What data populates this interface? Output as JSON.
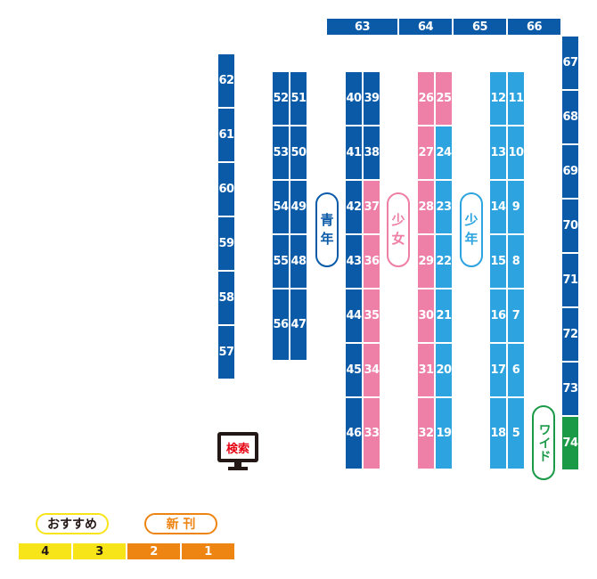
{
  "colors": {
    "navy": "#0b5aa8",
    "pink": "#ee7fa6",
    "cyan": "#2da4df",
    "green": "#1a9a47",
    "yellow": "#f7e51a",
    "orange": "#ee8412"
  },
  "top_shelves": [
    "63",
    "64",
    "65",
    "66"
  ],
  "right_shelves": [
    "67",
    "68",
    "69",
    "70",
    "71",
    "72",
    "73"
  ],
  "wide_shelf": "74",
  "left_column": [
    "62",
    "61",
    "60",
    "59",
    "58",
    "57"
  ],
  "col_a": [
    "52",
    "53",
    "54",
    "55",
    "56"
  ],
  "col_b": [
    "51",
    "50",
    "49",
    "48",
    "47"
  ],
  "col_c": [
    "40",
    "41",
    "42",
    "43",
    "44",
    "45",
    "46"
  ],
  "col_d": [
    "39",
    "38",
    "37",
    "36",
    "35",
    "34",
    "33"
  ],
  "col_e": [
    "26",
    "27",
    "28",
    "29",
    "30",
    "31",
    "32"
  ],
  "col_f": [
    "25",
    "24",
    "23",
    "22",
    "21",
    "20",
    "19"
  ],
  "col_g": [
    "12",
    "13",
    "14",
    "15",
    "16",
    "17",
    "18"
  ],
  "col_h": [
    "11",
    "10",
    "9",
    "8",
    "7",
    "6",
    "5"
  ],
  "labels": {
    "seinen": [
      "青",
      "年"
    ],
    "shoujo": [
      "少",
      "女"
    ],
    "shounen": [
      "少",
      "年"
    ],
    "wide": "ワイド",
    "search": "検索",
    "recommend": "おすすめ",
    "new": "新 刊"
  },
  "bottom_shelves": [
    "4",
    "3",
    "2",
    "1"
  ],
  "icons": {
    "terminal": "search-terminal-icon"
  }
}
